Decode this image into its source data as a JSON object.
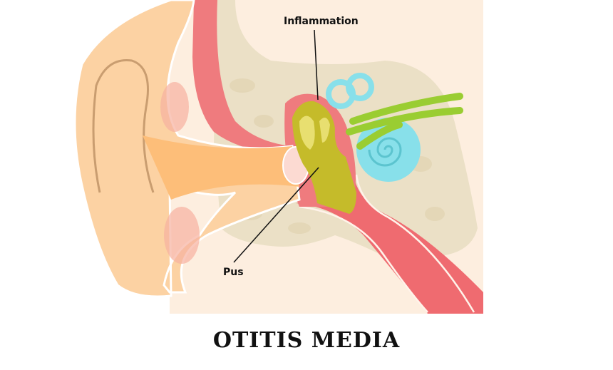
{
  "title": "OTITIS MEDIA",
  "labels": {
    "inflammation": "Inflammation",
    "pus": "Pus"
  },
  "colors": {
    "background": "#fdeedf",
    "bone": "#ebe0c6",
    "canal_wall": "#ef7b7e",
    "skin": "#fcd2a3",
    "pus": "#c5bb2a",
    "cochlea": "#88e0ea",
    "nerve": "#9acd32"
  }
}
